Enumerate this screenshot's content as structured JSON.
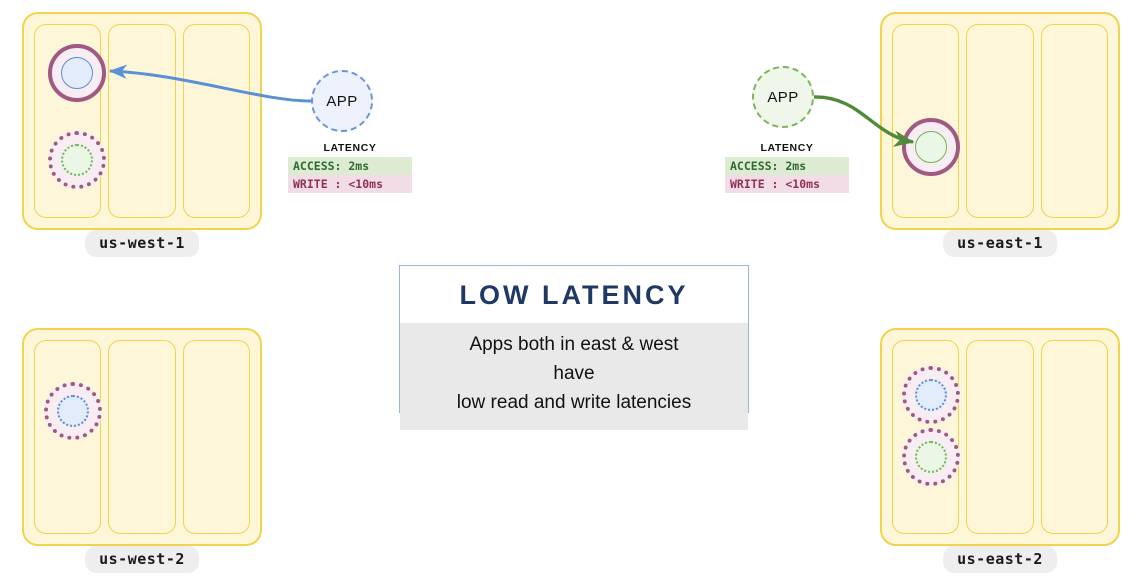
{
  "regions": [
    {
      "id": "us-west-1",
      "label": "us-west-1",
      "az_count": 3,
      "replicas": [
        {
          "ring": "solid",
          "core": "blue-solid"
        },
        {
          "ring": "dotted",
          "core": "green-dotted"
        }
      ]
    },
    {
      "id": "us-east-1",
      "label": "us-east-1",
      "az_count": 3,
      "replicas": [
        {
          "ring": "solid",
          "core": "green-solid"
        }
      ]
    },
    {
      "id": "us-west-2",
      "label": "us-west-2",
      "az_count": 3,
      "replicas": [
        {
          "ring": "dotted",
          "core": "blue-dotted"
        }
      ]
    },
    {
      "id": "us-east-2",
      "label": "us-east-2",
      "az_count": 3,
      "replicas": [
        {
          "ring": "dotted",
          "core": "blue-dotted"
        },
        {
          "ring": "dotted",
          "core": "green-dotted"
        }
      ]
    }
  ],
  "apps": {
    "west": {
      "label": "APP",
      "latency": {
        "title": "LATENCY",
        "access": "ACCESS: 2ms",
        "write": "WRITE : <10ms"
      }
    },
    "east": {
      "label": "APP",
      "latency": {
        "title": "LATENCY",
        "access": "ACCESS: 2ms",
        "write": "WRITE : <10ms"
      }
    }
  },
  "info_card": {
    "title": "LOW LATENCY",
    "lines": [
      "Apps both in east & west",
      "have",
      "low read and write latencies"
    ]
  },
  "colors": {
    "region_border": "#f2d34b",
    "region_fill": "#fdf6d8",
    "ring": "#a05a82",
    "blue_accent": "#5b8fd6",
    "green_accent": "#74b54e",
    "arrow_blue": "#5b8fd6",
    "arrow_green": "#4f8a3b",
    "info_title": "#1f3864",
    "info_border": "#9cb7d4"
  }
}
